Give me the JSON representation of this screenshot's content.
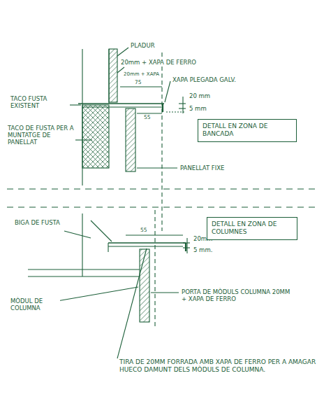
{
  "diagram": {
    "nodes": [
      {
        "text": [
          "DETALL EN ZONA DE BANCADA"
        ]
      },
      {
        "text": [
          "DETALL EN ZONA DE COLUMNES"
        ]
      }
    ],
    "edges": [],
    "labels": [
      "PLADUR",
      "20mm + XAPA DE FERRO",
      "20mm + XAPA",
      "75",
      "XAPA PLEGADA GALV.",
      "TACO FUSTA EXISTENT",
      "20 mm",
      "5 mm",
      "55",
      "TACO DE FUSTA PER A MUNTATGE DE PANELLAT",
      "PANELLAT FIXE",
      "BIGA DE FUSTA",
      "55",
      "20mm",
      "5 mm.",
      "MÒDUL DE COLUMNA",
      "PORTA DE MÒDULS COLUMNA 20MM + XAPA DE FERRO",
      "TIRA DE 20MM FORRADA AMB XAPA DE FERRO PER A AMAGAR HUECO DAMUNT DELS MÒDULS DE COLUMNA."
    ]
  }
}
